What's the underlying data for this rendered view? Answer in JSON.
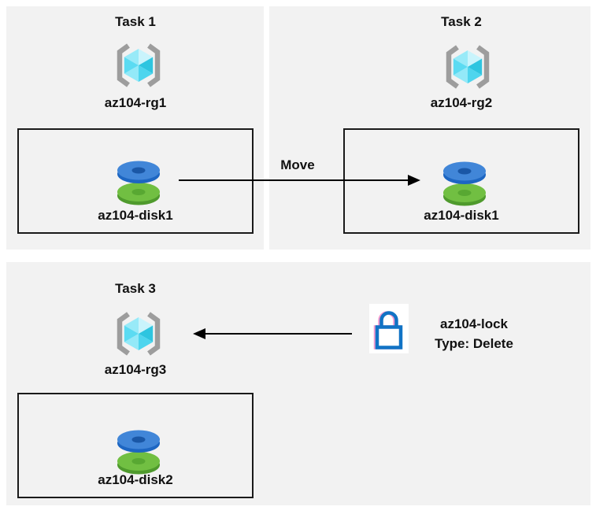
{
  "colors": {
    "page_bg": "#ffffff",
    "panel_bg": "#f2f2f2",
    "box_border": "#1a1a1a",
    "arrow_black": "#000000",
    "text": "#111111",
    "rg_bracket_gray": "#9d9d9d",
    "rg_cube_lightest": "#c9f4fc",
    "rg_cube_light": "#98eaf8",
    "rg_cube_mid": "#5bdbf2",
    "rg_cube_dark": "#2ec5e0",
    "disk_blue_top": "#4186d8",
    "disk_blue_rim": "#1d66c2",
    "disk_blue_hole": "#1a57a6",
    "disk_green_top": "#71bf42",
    "disk_green_rim": "#4f9a2d",
    "disk_green_hole": "#58a832",
    "lock_blue": "#1173c5",
    "lock_tile_bg": "#ffffff"
  },
  "tasks": [
    {
      "title": "Task 1",
      "resource_group": "az104-rg1",
      "disk": "az104-disk1"
    },
    {
      "title": "Task 2",
      "resource_group": "az104-rg2",
      "disk": "az104-disk1"
    },
    {
      "title": "Task 3",
      "resource_group": "az104-rg3",
      "disk": "az104-disk2"
    }
  ],
  "move_arrow": {
    "label": "Move",
    "direction": "left-to-right"
  },
  "lock_arrow": {
    "direction": "right-to-left"
  },
  "lock": {
    "name": "az104-lock",
    "type": "Type: Delete"
  },
  "icons": {
    "resource_group": "brackets-cube-icon",
    "disk": "stacked-disks-icon",
    "lock": "padlock-icon",
    "arrow": "black-arrow"
  }
}
